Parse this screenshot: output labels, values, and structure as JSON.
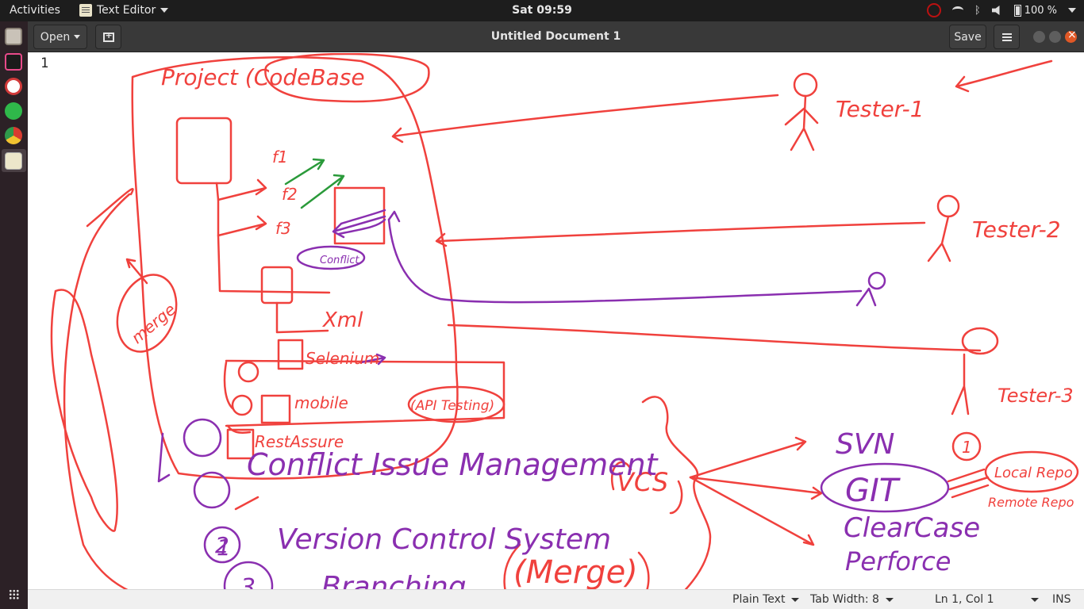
{
  "topbar": {
    "activities": "Activities",
    "app_name": "Text Editor",
    "clock": "Sat 09:59",
    "battery": "100 %"
  },
  "window": {
    "title": "Untitled Document 1",
    "open_label": "Open",
    "save_label": "Save"
  },
  "editor": {
    "line_number": "1"
  },
  "statusbar": {
    "language": "Plain Text",
    "tab_width": "Tab Width: 8",
    "cursor_pos": "Ln 1, Col 1",
    "mode": "INS"
  },
  "dock": {
    "apps": [
      "files-icon",
      "jetbrains-icon",
      "office-icon",
      "whatsapp-icon",
      "chrome-icon",
      "text-editor-icon"
    ]
  },
  "drawing": {
    "project_label": "Project (CodeBase",
    "file_labels": [
      "f1",
      "f2",
      "f3"
    ],
    "conflict_small": "Conflict",
    "merge_small": "merge",
    "xml_label": "Xml",
    "selenium_label": "Selenium",
    "mobile_label": "mobile",
    "restassure_label": "RestAssure",
    "api_testing_label": "(API Testing)",
    "tester1": "Tester-1",
    "tester2": "Tester-2",
    "tester3": "Tester-3",
    "list_1": "Conflict Issue Management",
    "list_2": "Version Control System",
    "list_3": "Branching",
    "merge_big": "(Merge)",
    "vcs": "VCS",
    "svn": "SVN",
    "git": "GIT",
    "clearcase": "ClearCase",
    "perforce": "Perforce",
    "local_repo": "Local Repo",
    "remote_repo": "Remote Repo",
    "num_1": "1",
    "num_2": "2",
    "num_3": "3",
    "red_color": "#f0413d",
    "purple_color": "#8a2fb0",
    "green_color": "#2a9a3a"
  }
}
